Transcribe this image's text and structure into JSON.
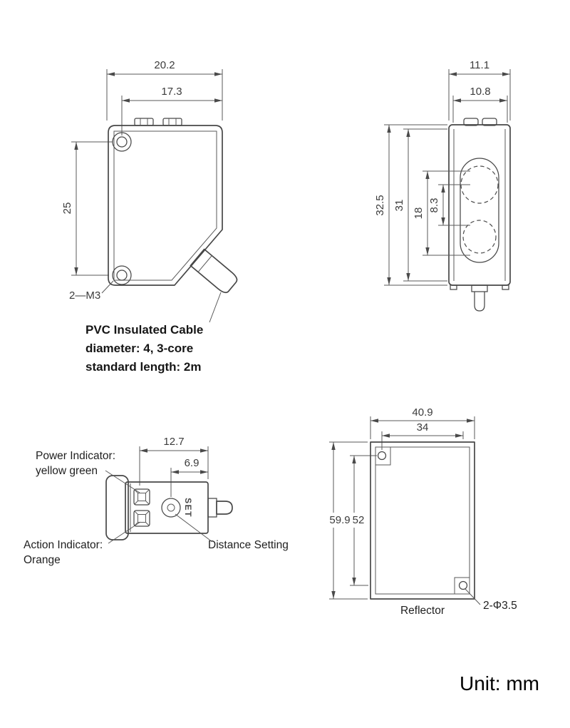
{
  "unit_label": "Unit: mm",
  "front_view": {
    "dim_20_2": "20.2",
    "dim_17_3": "17.3",
    "dim_25": "25",
    "screw_label": "2—M3",
    "cable_note_line1": "PVC Insulated Cable",
    "cable_note_line2": "diameter: 4, 3-core",
    "cable_note_line3": "standard length: 2m"
  },
  "side_view": {
    "dim_11_1": "11.1",
    "dim_10_8": "10.8",
    "dim_32_5": "32.5",
    "dim_31": "31",
    "dim_18": "18",
    "dim_8_3": "8.3"
  },
  "top_view": {
    "dim_12_7": "12.7",
    "dim_6_9": "6.9",
    "power_indicator_line1": "Power Indicator:",
    "power_indicator_line2": "yellow green",
    "action_indicator_line1": "Action Indicator:",
    "action_indicator_line2": "Orange",
    "distance_setting_label": "Distance Setting",
    "set_label": "SET"
  },
  "reflector_view": {
    "dim_40_9": "40.9",
    "dim_34": "34",
    "dim_59_9": "59.9",
    "dim_52": "52",
    "label": "Reflector",
    "hole_label": "2-Φ3.5"
  }
}
